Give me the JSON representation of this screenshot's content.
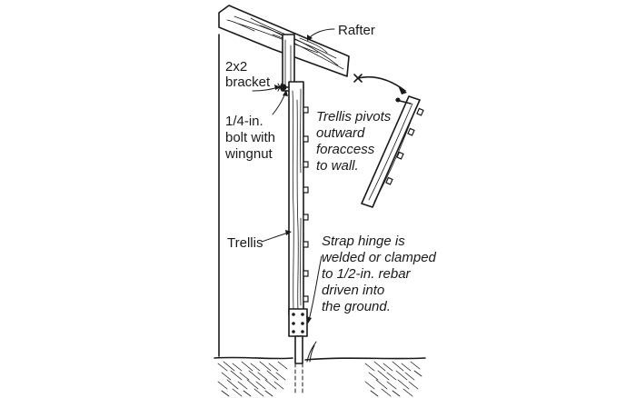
{
  "labels": {
    "rafter": "Rafter",
    "bracket": [
      "2x2",
      "bracket"
    ],
    "bolt": [
      "1/4-in.",
      "bolt with",
      "wingnut"
    ],
    "pivot": [
      "Trellis pivots",
      "outward",
      "foraccess",
      "to wall."
    ],
    "trellis": "Trellis",
    "hinge": [
      "Strap hinge is",
      "welded or clamped",
      "to 1/2-in. rebar",
      "driven into",
      "the ground."
    ]
  },
  "icons": {
    "arrow": "curved-arrow-icon"
  }
}
